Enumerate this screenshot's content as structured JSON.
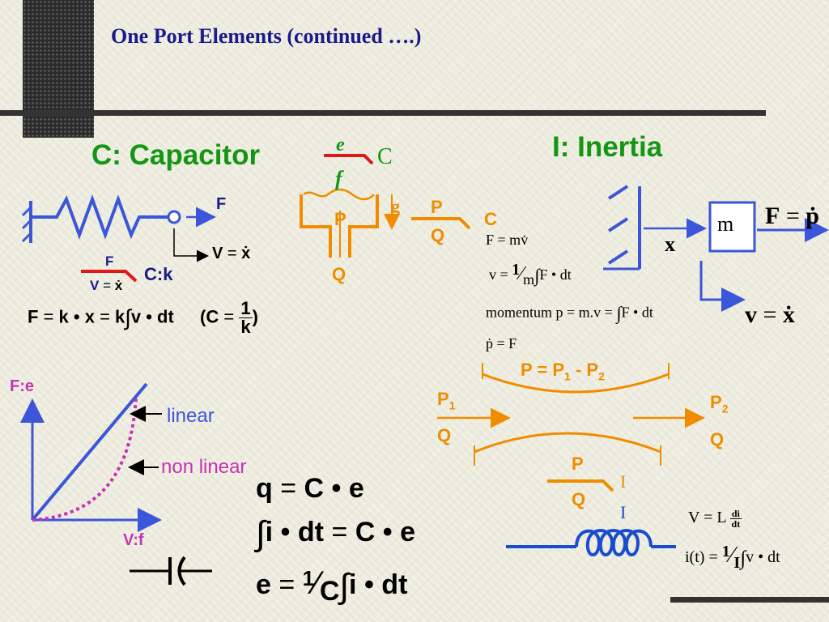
{
  "title": "One Port Elements  (continued ….)",
  "capacitor": {
    "heading": "C: Capacitor",
    "spring_force_label": "F",
    "velocity_label": "V",
    "velocity_dot_x": "ẋ",
    "bond_F": "F",
    "bond_V": "V",
    "ck_label": "C:k",
    "bond_e": "e",
    "bond_C": "C",
    "bond_f": "f",
    "cyl_P": "P",
    "cyl_Q": "Q",
    "cyl_g": "g",
    "pq_bond_P": "P",
    "pq_bond_Q": "Q",
    "pq_bond_C": "C",
    "eq_F": "F",
    "eq_k1": "k",
    "eq_x": "x",
    "eq_k2": "k",
    "eq_v": "v",
    "eq_dt": "dt",
    "eq_C_paren_open": "(C",
    "eq_one": "1",
    "eq_k3": "k",
    "eq_paren_close": ")"
  },
  "curve": {
    "y_label": "F:e",
    "x_label": "V:f",
    "linear_label": "linear",
    "nonlinear_label": "non linear"
  },
  "cap_equations": {
    "q": "q",
    "C": "C",
    "e": "e",
    "i": "i",
    "dt": "dt",
    "one": "1"
  },
  "inertia": {
    "heading": "I: Inertia",
    "mass": "m",
    "x_label": "x",
    "F_p": "F",
    "p_dot": "ṗ",
    "v_label": "v",
    "x_dot": "ẋ",
    "eq1_F": "F",
    "eq1_m": "m",
    "eq1_v": "v̇",
    "eq2_v": "v",
    "eq2_one": "1",
    "eq2_m": "m",
    "eq2_F": "F",
    "eq2_dt": "dt",
    "eq3_prefix": "momentum p",
    "eq3_mv": "m.v",
    "eq3_F": "F",
    "eq3_dt": "dt",
    "eq4_p": "ṗ",
    "eq4_F": "F",
    "P_diff_main": "P = P",
    "P_diff_sub1": "1",
    "P_diff_mid": " - P",
    "P_diff_sub2": "2",
    "P1": "P",
    "P1_sub": "1",
    "Q1": "Q",
    "P2": "P",
    "P2_sub": "2",
    "Q2": "Q",
    "bond_P": "P",
    "bond_Q": "Q",
    "bond_I": "I",
    "current_I": "I",
    "vl_V": "V",
    "vl_L": "L",
    "vl_di": "di",
    "vl_dt": "dt",
    "it_i": "i(t)",
    "it_one": "1",
    "it_I": "I",
    "it_v": "v",
    "it_dt": "dt"
  },
  "colors": {
    "navy": "#1a1a8c",
    "green": "#149614",
    "orange": "#f08c00",
    "magenta": "#c832b4",
    "blue": "#3b56d8",
    "red": "#e01818"
  }
}
